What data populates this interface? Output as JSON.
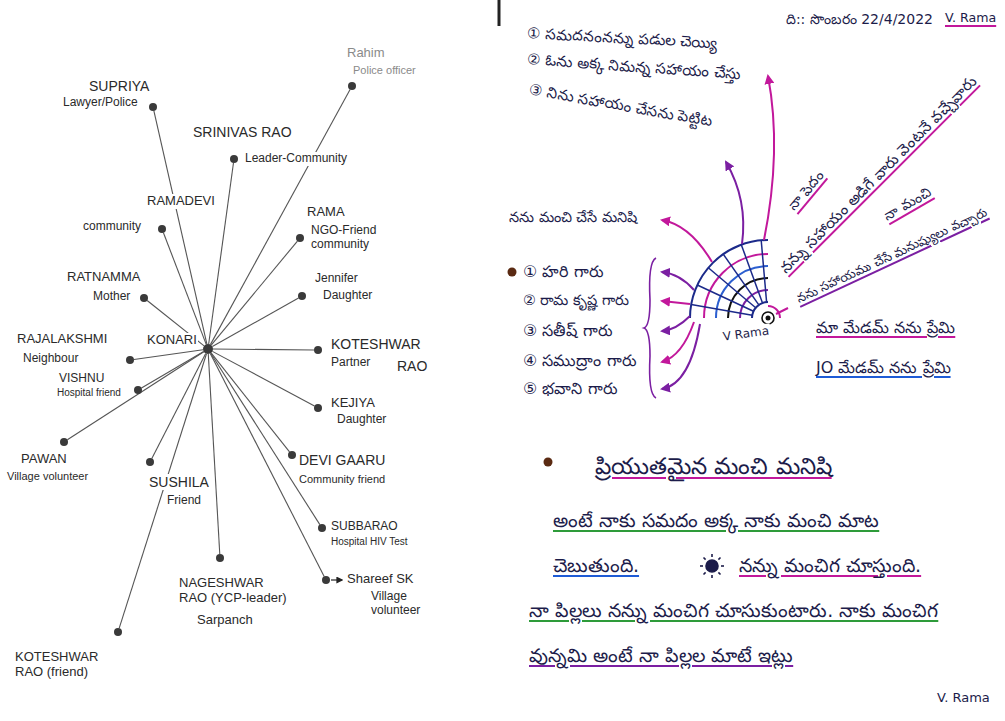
{
  "diagram": {
    "nodes": [
      {
        "text": [
          "KONARI"
        ]
      },
      {
        "text": [
          "SUPRIYA",
          "Lawyer/Police"
        ]
      },
      {
        "text": [
          "Rahim",
          "Police officer"
        ]
      },
      {
        "text": [
          "SRINIVAS RAO",
          "Leader-Community"
        ]
      },
      {
        "text": [
          "RAMADEVI",
          "community"
        ]
      },
      {
        "text": [
          "RAMA",
          "NGO-Friend community"
        ]
      },
      {
        "text": [
          "RATNAMMA",
          "Mother"
        ]
      },
      {
        "text": [
          "Jennifer",
          "Daughter"
        ]
      },
      {
        "text": [
          "RAJALAKSHMI",
          "Neighbour"
        ]
      },
      {
        "text": [
          "KOTESHWAR",
          "Partner",
          "RAO"
        ]
      },
      {
        "text": [
          "VISHNU",
          "Hospital friend"
        ]
      },
      {
        "text": [
          "KEJIYA",
          "Daughter"
        ]
      },
      {
        "text": [
          "PAWAN",
          "Village volunteer"
        ]
      },
      {
        "text": [
          "SUSHILA",
          "Friend"
        ]
      },
      {
        "text": [
          "DEVI GAARU",
          "Community friend"
        ]
      },
      {
        "text": [
          "SUBBARAO",
          "Hospital HIV Test"
        ]
      },
      {
        "text": [
          "NAGESHWAR RAO (YCP-leader)",
          "Sarpanch"
        ]
      },
      {
        "text": [
          "Shareef SK",
          "Village volunteer"
        ]
      },
      {
        "text": [
          "KOTESHWAR RAO (friend)"
        ]
      }
    ],
    "edges": [
      {
        "from": 0,
        "to": 1,
        "arrow": "none"
      },
      {
        "from": 0,
        "to": 2,
        "arrow": "none"
      },
      {
        "from": 0,
        "to": 3,
        "arrow": "none"
      },
      {
        "from": 0,
        "to": 4,
        "arrow": "none"
      },
      {
        "from": 0,
        "to": 5,
        "arrow": "none"
      },
      {
        "from": 0,
        "to": 6,
        "arrow": "none"
      },
      {
        "from": 0,
        "to": 7,
        "arrow": "none"
      },
      {
        "from": 0,
        "to": 8,
        "arrow": "none"
      },
      {
        "from": 0,
        "to": 9,
        "arrow": "none"
      },
      {
        "from": 0,
        "to": 10,
        "arrow": "none"
      },
      {
        "from": 0,
        "to": 11,
        "arrow": "none"
      },
      {
        "from": 0,
        "to": 12,
        "arrow": "none"
      },
      {
        "from": 0,
        "to": 13,
        "arrow": "none"
      },
      {
        "from": 0,
        "to": 14,
        "arrow": "none"
      },
      {
        "from": 0,
        "to": 15,
        "arrow": "none"
      },
      {
        "from": 0,
        "to": 16,
        "arrow": "none"
      },
      {
        "from": 0,
        "to": 17,
        "arrow": "none"
      },
      {
        "from": 0,
        "to": 18,
        "arrow": "none"
      }
    ],
    "labels": [
      "ది:: సొంబరం 22/4/2022",
      "V. Rama",
      "① సమదనంనన్ను పడుల చెయ్యి",
      "② ఓను అక్క నిమన్న సహాయం చేస్తు",
      "③ నిను సహాయం చేసను పెట్టిట",
      "నా పెదం",
      "నన్ను సహాయం అడిగే వారు వెంటనే వచ్చేవారు",
      "నా మంచి",
      "నను సహాయము చేసే మనుష్యులు వచ్చారు",
      "నను మంచి చేసే మనిషి",
      "① హరి గారు",
      "② రామ కృష్ణ గారు",
      "③ సతీష్ గారు",
      "④ సముద్రాం గారు",
      "⑤ భవాని గారు",
      "V Rama",
      "మా మేడమ్ నను ప్రేమి",
      "JO మేడమ్ నను ప్రేమి",
      "ప్రియుతమైన మంచి మనిషి",
      "అంటే నాకు సమదం అక్క నాకు మంచి మాట",
      "చెబుతుంది.",
      "నన్ను మంచిగ చూస్తుంది.",
      "నా పిల్లలు నన్ను మంచిగ చూసుకుంటారు. నాకు మంచిగ",
      "వున్నమి అంటే నా పిల్లల మాటే ఇట్లు",
      "V. Rama"
    ]
  }
}
